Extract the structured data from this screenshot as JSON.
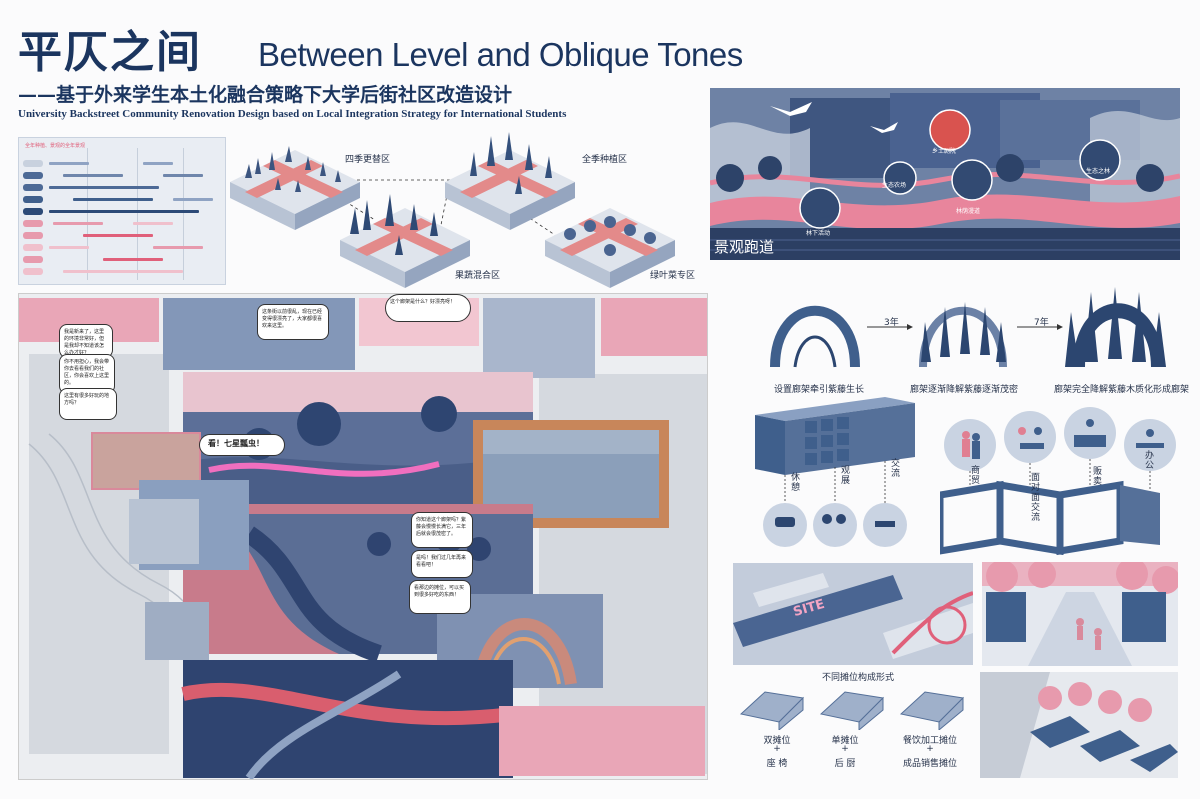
{
  "header": {
    "title_cn": "平仄之间",
    "title_en": "Between Level and Oblique Tones",
    "subtitle_cn": "——基于外来学生本土化融合策略下大学后街社区改造设计",
    "subtitle_en": "University Backstreet Community Renovation Design based on Local Integration Strategy for International Students"
  },
  "schedule": {
    "title": "全年种植、景观的全年景观"
  },
  "planting_zones": {
    "zone1": "四季更替区",
    "zone2": "全季种植区",
    "zone3": "果蔬混合区",
    "zone4": "绿叶菜专区"
  },
  "landscape": {
    "title": "景观跑道",
    "nodes": [
      "乡土剧院",
      "生态农场",
      "林荫漫道",
      "生态之林",
      "林下活动"
    ]
  },
  "comic": {
    "exclaim": "看！七星瓢虫！",
    "bubbles": [
      "我是新来了，这里的环境非常好，但是我却不知道该怎么办才好？",
      "你不用担心，我会带你去看看我们的社区，你会喜欢上这里的。",
      "这里有很多好玩的地方吗？",
      "这条街以前很乱，现在已经变得很漂亮了，大家都很喜欢来这里。",
      "这个廊架是什么？好漂亮呀！",
      "你知道这个廊架吗？紫藤会慢慢长满它，三年后就会很茂密了。",
      "是吗！我们过几年再来看看吧！",
      "看那边的摊位，可以买到很多好吃的东西！"
    ]
  },
  "arbor": {
    "step1": "3年",
    "step2": "7年",
    "caption1": "设置廊架牵引紫藤生长",
    "caption2": "廊架逐渐降解紫藤逐渐茂密",
    "caption3": "廊架完全降解紫藤木质化形成廊架"
  },
  "wall_functions": [
    "休憩",
    "观展",
    "交流"
  ],
  "kiosk_functions": [
    "商贸",
    "面对面交流",
    "贩卖",
    "办公"
  ],
  "site_label": "SITE",
  "stalls": {
    "title": "不同摊位构成形式",
    "items": [
      {
        "top": "双摊位",
        "plus": "+",
        "bottom": "座 椅"
      },
      {
        "top": "单摊位",
        "plus": "+",
        "bottom": "后 厨"
      },
      {
        "top": "餐饮加工摊位",
        "plus": "+",
        "bottom": "成品销售摊位"
      }
    ]
  },
  "colors": {
    "navy": "#1b355f",
    "blue": "#3f5f8c",
    "pink": "#e79aad",
    "red": "#e0607a",
    "gray": "#c9ced6"
  }
}
